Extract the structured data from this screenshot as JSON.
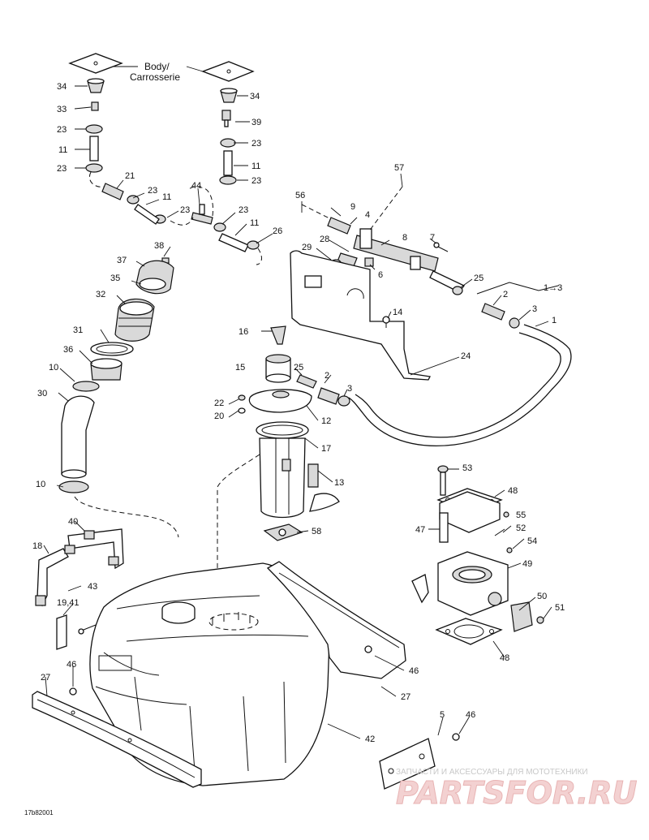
{
  "body_label": "Body/",
  "body_label_fr": "Carrosserie",
  "figure_code": "17b82001",
  "arrow_note": "1→3",
  "watermark": {
    "caption": "ЗАПЧАСТИ И АКСЕССУАРЫ ДЛЯ МОТОТЕХНИКИ",
    "logo": "PARTSFOR.RU"
  },
  "callouts": [
    {
      "id": "c34a",
      "text": "34"
    },
    {
      "id": "c34b",
      "text": "34"
    },
    {
      "id": "c33",
      "text": "33"
    },
    {
      "id": "c39",
      "text": "39"
    },
    {
      "id": "c23a",
      "text": "23"
    },
    {
      "id": "c23b",
      "text": "23"
    },
    {
      "id": "c23c",
      "text": "23"
    },
    {
      "id": "c23d",
      "text": "23"
    },
    {
      "id": "c23e",
      "text": "23"
    },
    {
      "id": "c23f",
      "text": "23"
    },
    {
      "id": "c23g",
      "text": "23"
    },
    {
      "id": "c11a",
      "text": "11"
    },
    {
      "id": "c11b",
      "text": "11"
    },
    {
      "id": "c11c",
      "text": "11"
    },
    {
      "id": "c11d",
      "text": "11"
    },
    {
      "id": "c21",
      "text": "21"
    },
    {
      "id": "c44",
      "text": "44"
    },
    {
      "id": "c26",
      "text": "26"
    },
    {
      "id": "c57",
      "text": "57"
    },
    {
      "id": "c56",
      "text": "56"
    },
    {
      "id": "c9",
      "text": "9"
    },
    {
      "id": "c4",
      "text": "4"
    },
    {
      "id": "c28",
      "text": "28"
    },
    {
      "id": "c8",
      "text": "8"
    },
    {
      "id": "c7",
      "text": "7"
    },
    {
      "id": "c29",
      "text": "29"
    },
    {
      "id": "c6",
      "text": "6"
    },
    {
      "id": "c25a",
      "text": "25"
    },
    {
      "id": "c2a",
      "text": "2"
    },
    {
      "id": "c3a",
      "text": "3"
    },
    {
      "id": "c1",
      "text": "1"
    },
    {
      "id": "c14",
      "text": "14"
    },
    {
      "id": "c38",
      "text": "38"
    },
    {
      "id": "c37",
      "text": "37"
    },
    {
      "id": "c35",
      "text": "35"
    },
    {
      "id": "c32",
      "text": "32"
    },
    {
      "id": "c31",
      "text": "31"
    },
    {
      "id": "c36",
      "text": "36"
    },
    {
      "id": "c10a",
      "text": "10"
    },
    {
      "id": "c30",
      "text": "30"
    },
    {
      "id": "c10b",
      "text": "10"
    },
    {
      "id": "c16",
      "text": "16"
    },
    {
      "id": "c24",
      "text": "24"
    },
    {
      "id": "c15",
      "text": "15"
    },
    {
      "id": "c25b",
      "text": "25"
    },
    {
      "id": "c2b",
      "text": "2"
    },
    {
      "id": "c3b",
      "text": "3"
    },
    {
      "id": "c22",
      "text": "22"
    },
    {
      "id": "c20",
      "text": "20"
    },
    {
      "id": "c12",
      "text": "12"
    },
    {
      "id": "c17",
      "text": "17"
    },
    {
      "id": "c13",
      "text": "13"
    },
    {
      "id": "c53",
      "text": "53"
    },
    {
      "id": "c48a",
      "text": "48"
    },
    {
      "id": "c55",
      "text": "55"
    },
    {
      "id": "c47",
      "text": "47"
    },
    {
      "id": "c52",
      "text": "52"
    },
    {
      "id": "c54",
      "text": "54"
    },
    {
      "id": "c49",
      "text": "49"
    },
    {
      "id": "c50",
      "text": "50"
    },
    {
      "id": "c51",
      "text": "51"
    },
    {
      "id": "c48b",
      "text": "48"
    },
    {
      "id": "c58",
      "text": "58"
    },
    {
      "id": "c40",
      "text": "40"
    },
    {
      "id": "c18",
      "text": "18"
    },
    {
      "id": "c43",
      "text": "43"
    },
    {
      "id": "c1941",
      "text": "19,41"
    },
    {
      "id": "c27a",
      "text": "27"
    },
    {
      "id": "c46a",
      "text": "46"
    },
    {
      "id": "c46b",
      "text": "46"
    },
    {
      "id": "c27b",
      "text": "27"
    },
    {
      "id": "c42",
      "text": "42"
    },
    {
      "id": "c5",
      "text": "5"
    },
    {
      "id": "c46c",
      "text": "46"
    }
  ]
}
